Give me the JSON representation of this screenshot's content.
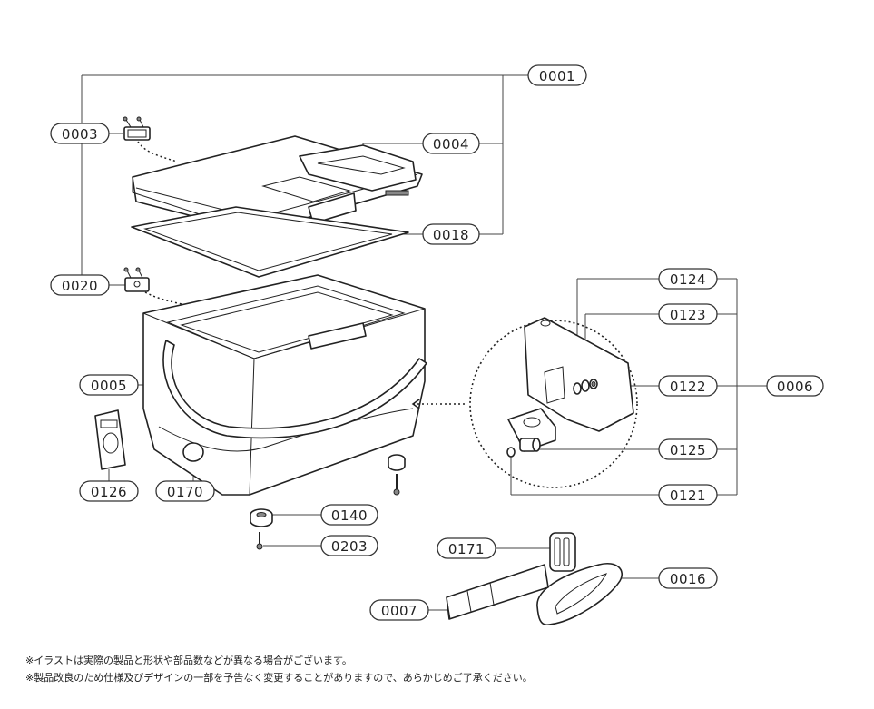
{
  "part_numbers": {
    "p0001": "0001",
    "p0003": "0003",
    "p0004": "0004",
    "p0018": "0018",
    "p0020": "0020",
    "p0005": "0005",
    "p0126": "0126",
    "p0170": "0170",
    "p0140": "0140",
    "p0203": "0203",
    "p0124": "0124",
    "p0123": "0123",
    "p0122": "0122",
    "p0006": "0006",
    "p0125": "0125",
    "p0121": "0121",
    "p0171": "0171",
    "p0016": "0016",
    "p0007": "0007"
  },
  "notes": {
    "line1": "※イラストは実際の製品と形状や部品数などが異なる場合がございます。",
    "line2": "※製品改良のため仕様及びデザインの一部を予告なく変更することがありますので、あらかじめご了承ください。"
  }
}
